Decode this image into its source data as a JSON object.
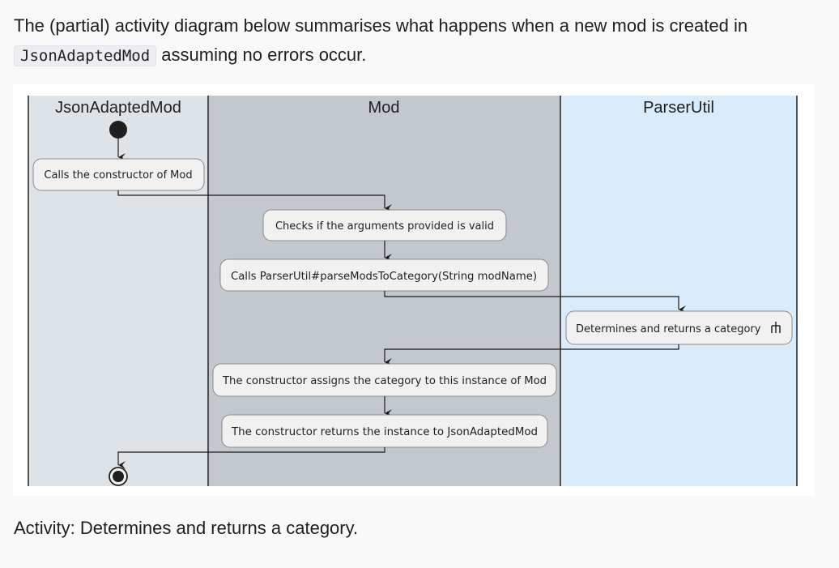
{
  "intro": {
    "before": "The (partial) activity diagram below summarises what happens when a new mod is created in",
    "code": "JsonAdaptedMod",
    "after": "assuming no errors occur."
  },
  "diagram": {
    "lanes": [
      {
        "title": "JsonAdaptedMod",
        "color": "#dee3e8"
      },
      {
        "title": "Mod",
        "color": "#c3c8ce"
      },
      {
        "title": "ParserUtil",
        "color": "#d8ecfb"
      }
    ],
    "nodes": [
      {
        "label": "Calls the constructor of Mod"
      },
      {
        "label": "Checks if the arguments provided is valid"
      },
      {
        "label": "Calls ParserUtil#parseModsToCategory(String modName)"
      },
      {
        "label": "Determines and returns a category",
        "rake_icon": "rake-icon"
      },
      {
        "label": "The constructor assigns the category to this instance of Mod"
      },
      {
        "label": "The constructor returns the instance to JsonAdaptedMod"
      }
    ]
  },
  "caption": "Activity: Determines and returns a category."
}
